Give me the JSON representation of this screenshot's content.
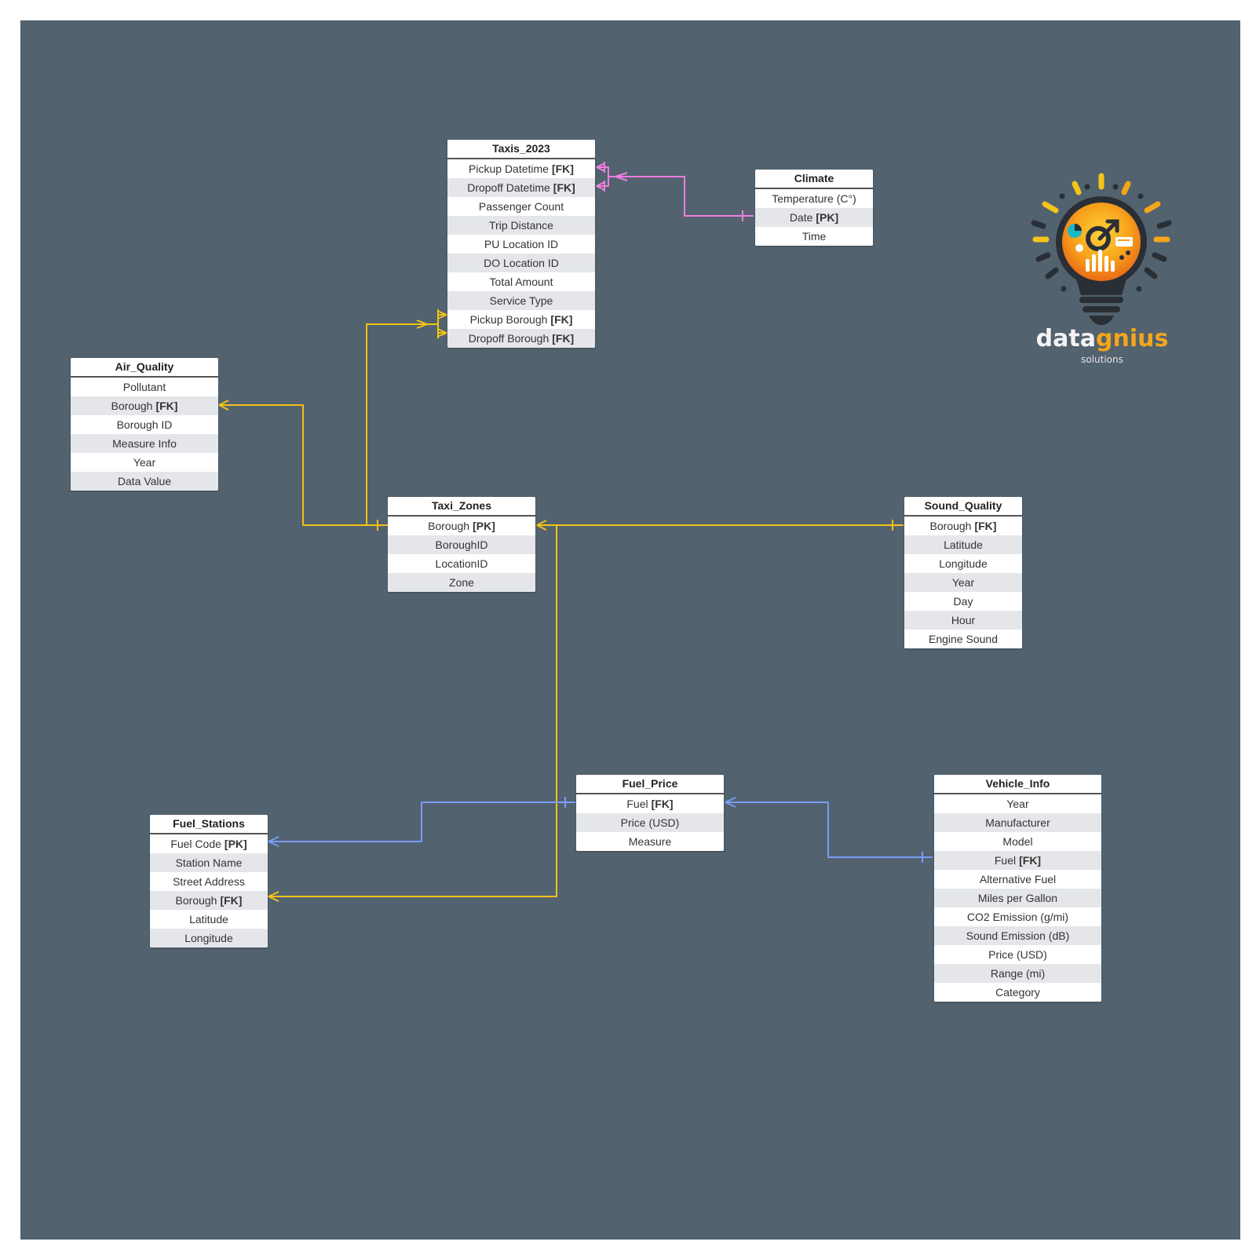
{
  "entities": {
    "taxis_2023": {
      "title": "Taxis_2023",
      "rows": [
        {
          "name": "Pickup Datetime",
          "key": "[FK]"
        },
        {
          "name": "Dropoff Datetime",
          "key": "[FK]"
        },
        {
          "name": "Passenger Count",
          "key": ""
        },
        {
          "name": "Trip Distance",
          "key": ""
        },
        {
          "name": "PU Location ID",
          "key": ""
        },
        {
          "name": "DO Location ID",
          "key": ""
        },
        {
          "name": "Total Amount",
          "key": ""
        },
        {
          "name": "Service Type",
          "key": ""
        },
        {
          "name": "Pickup Borough",
          "key": "[FK]"
        },
        {
          "name": "Dropoff Borough",
          "key": "[FK]"
        }
      ]
    },
    "climate": {
      "title": "Climate",
      "rows": [
        {
          "name": "Temperature (C°)",
          "key": ""
        },
        {
          "name": "Date",
          "key": "[PK]"
        },
        {
          "name": "Time",
          "key": ""
        }
      ]
    },
    "air_quality": {
      "title": "Air_Quality",
      "rows": [
        {
          "name": "Pollutant",
          "key": ""
        },
        {
          "name": "Borough",
          "key": "[FK]"
        },
        {
          "name": "Borough ID",
          "key": ""
        },
        {
          "name": "Measure Info",
          "key": ""
        },
        {
          "name": "Year",
          "key": ""
        },
        {
          "name": "Data Value",
          "key": ""
        }
      ]
    },
    "taxi_zones": {
      "title": "Taxi_Zones",
      "rows": [
        {
          "name": "Borough",
          "key": "[PK]"
        },
        {
          "name": "BoroughID",
          "key": ""
        },
        {
          "name": "LocationID",
          "key": ""
        },
        {
          "name": "Zone",
          "key": ""
        }
      ]
    },
    "sound_quality": {
      "title": "Sound_Quality",
      "rows": [
        {
          "name": "Borough",
          "key": "[FK]"
        },
        {
          "name": "Latitude",
          "key": ""
        },
        {
          "name": "Longitude",
          "key": ""
        },
        {
          "name": "Year",
          "key": ""
        },
        {
          "name": "Day",
          "key": ""
        },
        {
          "name": "Hour",
          "key": ""
        },
        {
          "name": "Engine Sound",
          "key": ""
        }
      ]
    },
    "fuel_price": {
      "title": "Fuel_Price",
      "rows": [
        {
          "name": "Fuel",
          "key": "[FK]"
        },
        {
          "name": "Price (USD)",
          "key": ""
        },
        {
          "name": "Measure",
          "key": ""
        }
      ]
    },
    "vehicle_info": {
      "title": "Vehicle_Info",
      "rows": [
        {
          "name": "Year",
          "key": ""
        },
        {
          "name": "Manufacturer",
          "key": ""
        },
        {
          "name": "Model",
          "key": ""
        },
        {
          "name": "Fuel",
          "key": "[FK]"
        },
        {
          "name": "Alternative Fuel",
          "key": ""
        },
        {
          "name": "Miles per Gallon",
          "key": ""
        },
        {
          "name": "CO2 Emission (g/mi)",
          "key": ""
        },
        {
          "name": "Sound Emission (dB)",
          "key": ""
        },
        {
          "name": "Price (USD)",
          "key": ""
        },
        {
          "name": "Range (mi)",
          "key": ""
        },
        {
          "name": "Category",
          "key": ""
        }
      ]
    },
    "fuel_stations": {
      "title": "Fuel_Stations",
      "rows": [
        {
          "name": "Fuel Code",
          "key": "[PK]"
        },
        {
          "name": "Station Name",
          "key": ""
        },
        {
          "name": "Street Address",
          "key": ""
        },
        {
          "name": "Borough",
          "key": "[FK]"
        },
        {
          "name": "Latitude",
          "key": ""
        },
        {
          "name": "Longitude",
          "key": ""
        }
      ]
    }
  },
  "relationships": [
    {
      "from": "climate.Date",
      "to": "taxis_2023.Pickup Datetime / Dropoff Datetime",
      "cardinality": "one-to-many",
      "color": "#f07ee0"
    },
    {
      "from": "taxi_zones.Borough",
      "to": "taxis_2023.Pickup Borough / Dropoff Borough",
      "cardinality": "one-to-many",
      "color": "#f2c318"
    },
    {
      "from": "taxi_zones.Borough",
      "to": "air_quality.Borough",
      "cardinality": "one-to-many",
      "color": "#f2c318"
    },
    {
      "from": "sound_quality.Borough",
      "to": "taxi_zones.Borough",
      "cardinality": "one-to-many",
      "color": "#f2c318"
    },
    {
      "from": "taxi_zones.Borough",
      "to": "fuel_stations.Borough",
      "cardinality": "one-to-many",
      "color": "#f2c318"
    },
    {
      "from": "fuel_price.Fuel",
      "to": "fuel_stations.Fuel Code",
      "cardinality": "one-to-many",
      "color": "#7b9cf7"
    },
    {
      "from": "vehicle_info.Fuel",
      "to": "fuel_price.Fuel",
      "cardinality": "one-to-many",
      "color": "#7b9cf7"
    }
  ],
  "colors": {
    "canvas": "#52626f",
    "connector_yellow": "#f2c318",
    "connector_pink": "#f07ee0",
    "connector_blue": "#7b9cf7",
    "row_alt": "#e4e6e9"
  },
  "logo": {
    "brand_left": "data",
    "brand_right": "gnius",
    "tagline": "solutions",
    "icon": "lightbulb-icon"
  }
}
